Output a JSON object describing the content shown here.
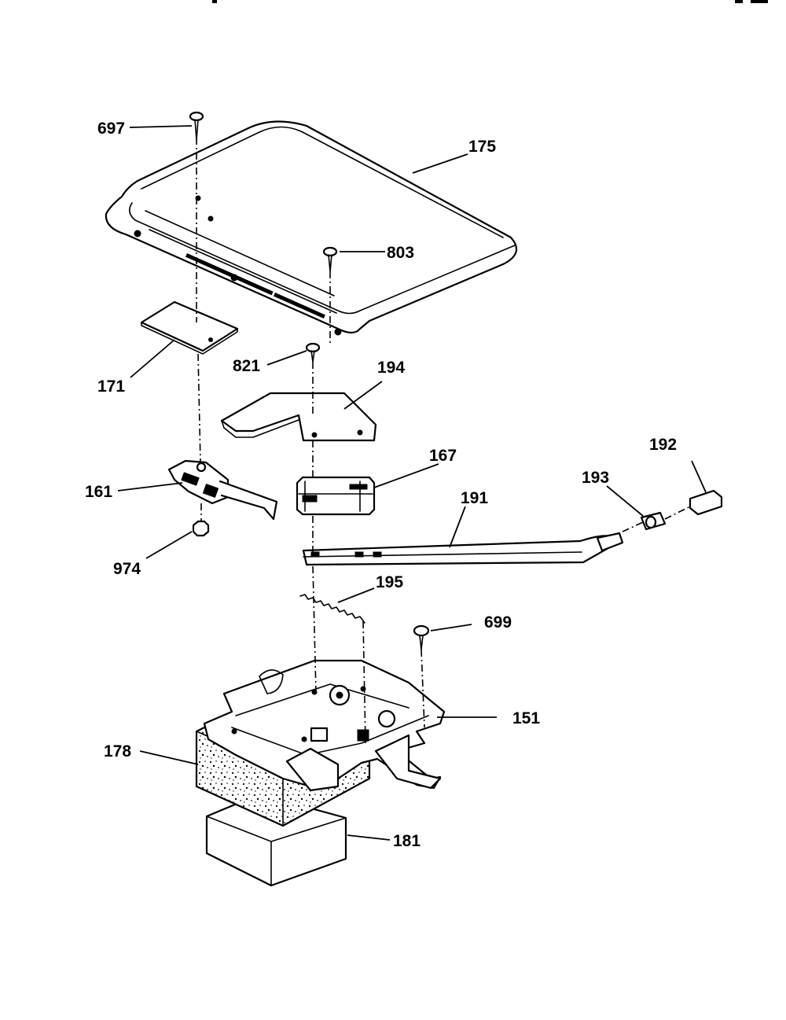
{
  "diagram": {
    "callouts": {
      "c697": "697",
      "c175": "175",
      "c803": "803",
      "c171": "171",
      "c821": "821",
      "c194": "194",
      "c167": "167",
      "c192": "192",
      "c193": "193",
      "c161": "161",
      "c191": "191",
      "c974": "974",
      "c195": "195",
      "c699": "699",
      "c151": "151",
      "c178": "178",
      "c181": "181"
    },
    "colors": {
      "ink": "#000000",
      "paper": "#ffffff"
    }
  }
}
